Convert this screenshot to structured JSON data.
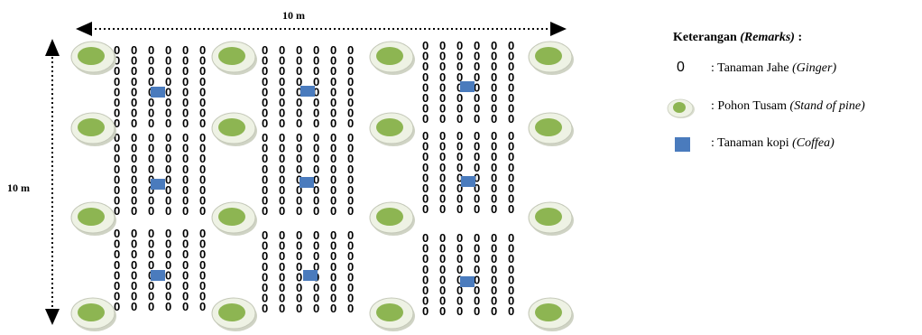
{
  "dimension_top_label": "10 m",
  "dimension_left_label": "10 m",
  "ginger_symbol": "0",
  "colors": {
    "pine_outer": "#eef2e4",
    "pine_inner": "#8db552",
    "coffee": "#4a7bbd",
    "arrow": "#000000"
  },
  "legend": {
    "title_main": "Keterangan",
    "title_italic": "(Remarks)",
    "title_suffix": " :",
    "items": [
      {
        "symbol": "0",
        "text_main": ": Tanaman Jahe ",
        "text_italic": "(Ginger)"
      },
      {
        "symbol": "pine-icon",
        "text_main": ": Pohon Tusam ",
        "text_italic": "(Stand of pine)"
      },
      {
        "symbol": "coffee-icon",
        "text_main": ": Tanaman kopi ",
        "text_italic": "(Coffea)"
      }
    ]
  }
}
